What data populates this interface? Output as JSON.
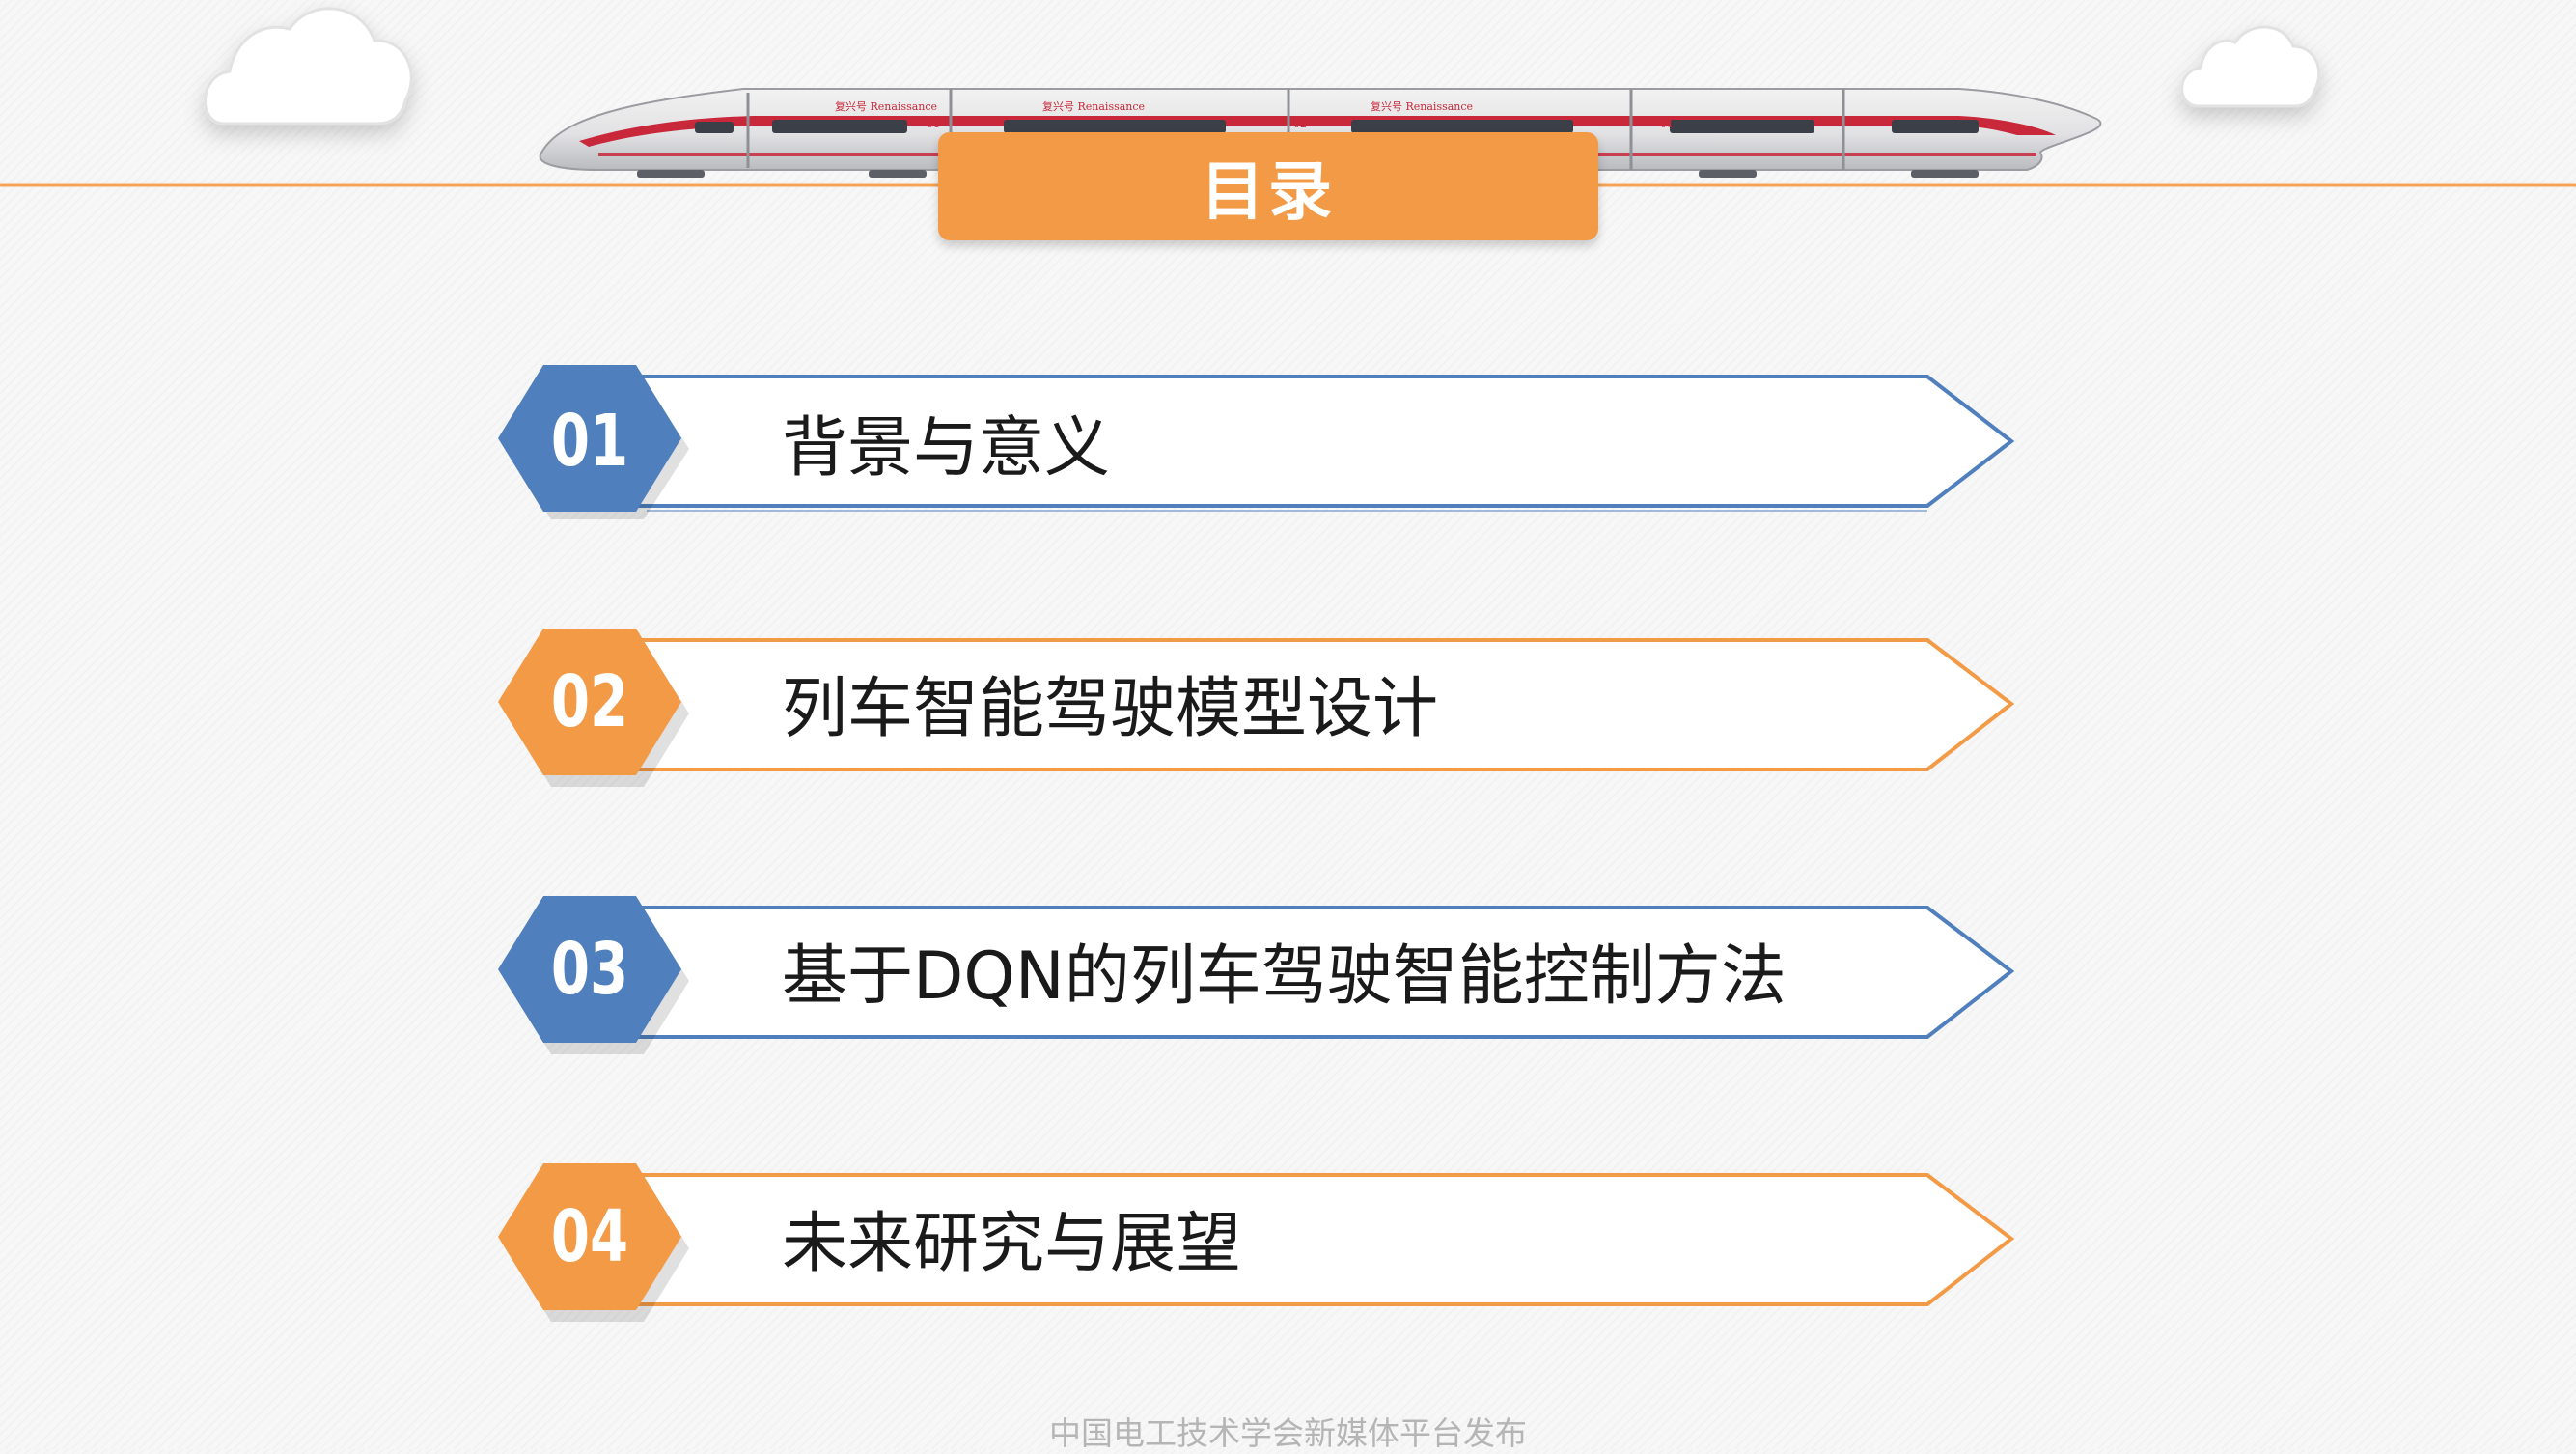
{
  "slide": {
    "title": "目录",
    "footer": "中国电工技术学会新媒体平台发布",
    "train_livery_text": [
      "复兴号 Renaissance",
      "01",
      "02"
    ]
  },
  "colors": {
    "blue": "#4f7fbd",
    "orange": "#f39a47",
    "divider": "#f5a355",
    "text": "#1a1a1a",
    "footer": "#b5b5b5"
  },
  "toc_items": [
    {
      "number": "01",
      "label": "背景与意义",
      "accent": "blue"
    },
    {
      "number": "02",
      "label": "列车智能驾驶模型设计",
      "accent": "orange"
    },
    {
      "number": "03",
      "label": "基于DQN的列车驾驶智能控制方法",
      "accent": "blue"
    },
    {
      "number": "04",
      "label": "未来研究与展望",
      "accent": "orange"
    }
  ],
  "icons": [
    "cloud-icon",
    "train-illustration"
  ]
}
